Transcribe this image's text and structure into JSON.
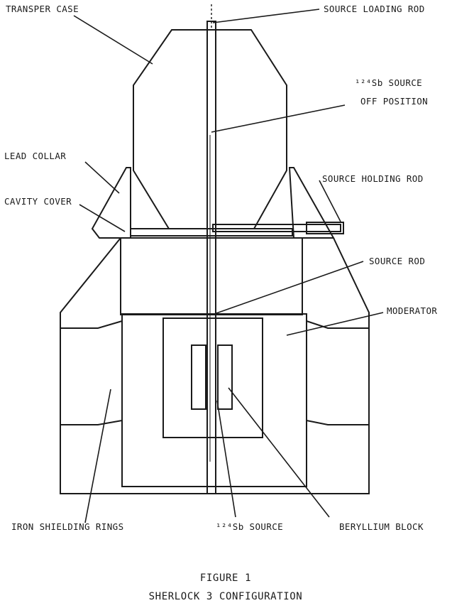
{
  "labels": {
    "transfer_case": "TRANSPER CASE",
    "source_loading_rod": "SOURCE LOADING ROD",
    "sb_source_off_line1": "¹²⁴Sb SOURCE",
    "sb_source_off_line2": "OFF POSITION",
    "lead_collar": "LEAD COLLAR",
    "source_holding_rod": "SOURCE HOLDING ROD",
    "cavity_cover": "CAVITY COVER",
    "source_rod": "SOURCE ROD",
    "moderator": "MODERATOR",
    "iron_shielding_rings": "IRON SHIELDING RINGS",
    "sb_source": "¹²⁴Sb SOURCE",
    "beryllium_block": "BERYLLIUM BLOCK"
  },
  "caption": {
    "figure_number": "FIGURE 1",
    "title": "SHERLOCK 3 CONFIGURATION"
  },
  "colors": {
    "ink": "#1a1a1a",
    "paper": "#ffffff"
  }
}
